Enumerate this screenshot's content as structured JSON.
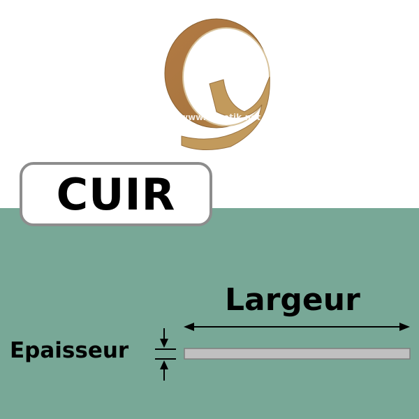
{
  "product": {
    "material_label": "CUIR",
    "watermark": "www.ebootik.net",
    "image": "leather-guide-strip-ring"
  },
  "diagram": {
    "width_label": "Largeur",
    "thickness_label": "Epaisseur"
  },
  "colors": {
    "background_green": "#78a897",
    "strip_fill": "#c0c0c0",
    "leather": "#b07a45"
  }
}
